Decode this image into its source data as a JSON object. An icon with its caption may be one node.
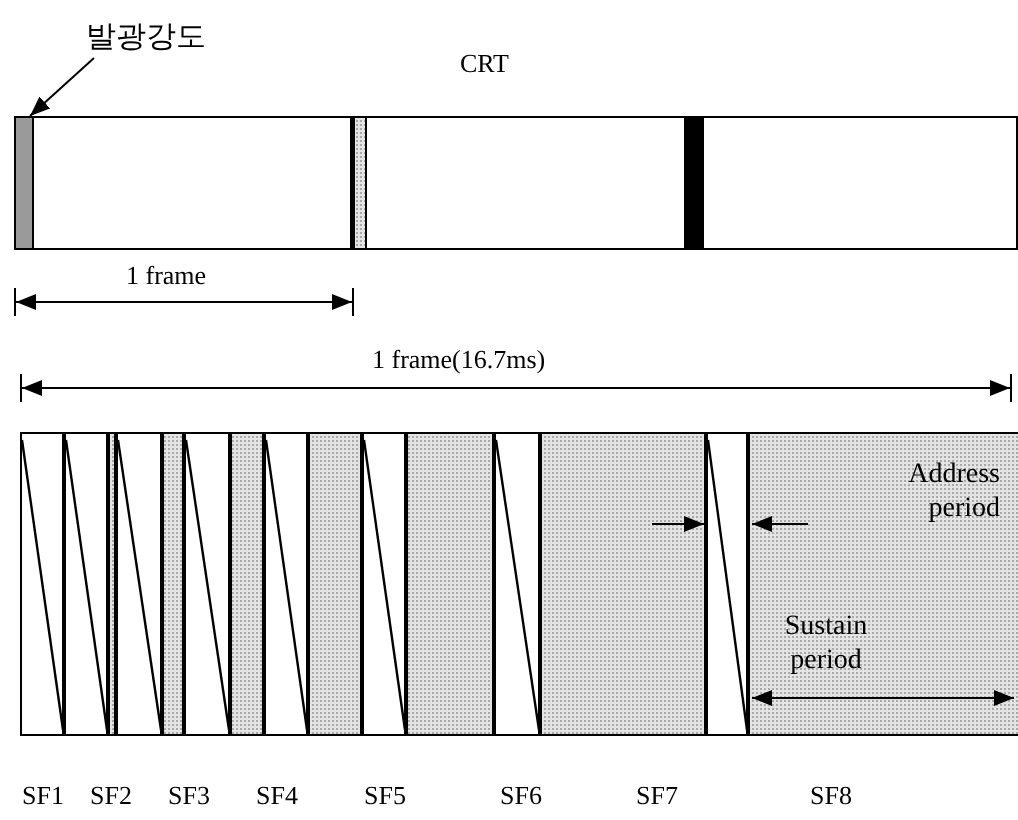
{
  "diagram": {
    "nodes": [
      {
        "text": [
          "발광강도"
        ]
      },
      {
        "text": [],
        "shape": "bar"
      }
    ],
    "edges": [
      {
        "from": 0,
        "to": 1,
        "arrow": "to"
      }
    ],
    "labels": [
      "CRT",
      "1 frame",
      "1 frame(16.7ms)",
      "Address period",
      "Sustain period",
      "SF1",
      "SF2",
      "SF3",
      "SF4",
      "SF5",
      "SF6",
      "SF7",
      "SF8"
    ]
  }
}
